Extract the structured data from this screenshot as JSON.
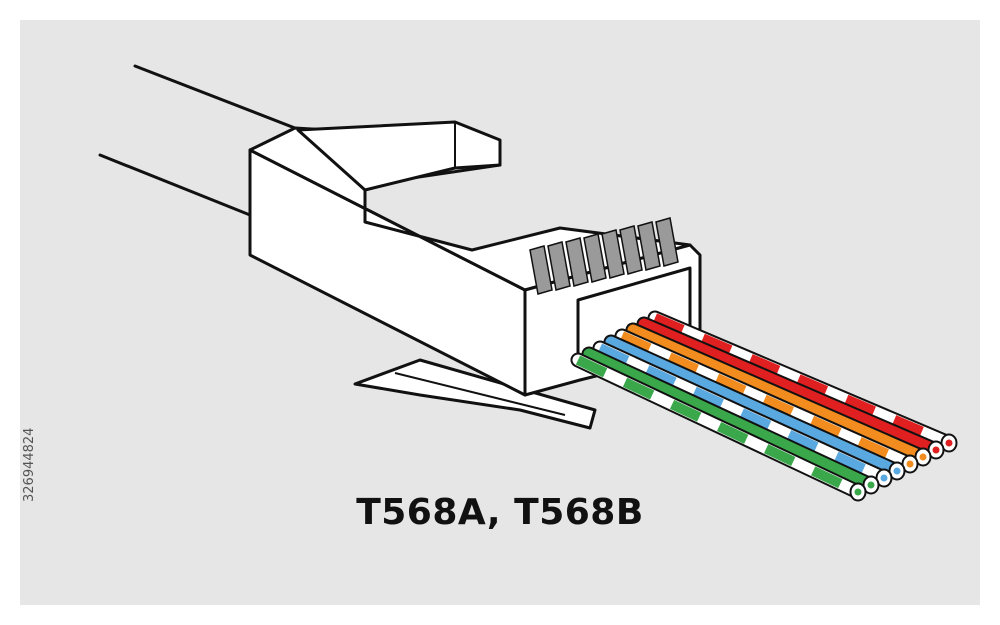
{
  "diagram": {
    "caption": "T568A, T568B",
    "stock_id": "326944824",
    "background_color": "#e6e6e6",
    "outline_color": "#111111",
    "plug_color": "#ffffff",
    "contact_color": "#9a9a9a",
    "wires": [
      {
        "name": "green-white",
        "base": "#ffffff",
        "stripe": "#3aa84a"
      },
      {
        "name": "green",
        "base": "#3aa84a",
        "stripe": "#3aa84a"
      },
      {
        "name": "blue-white",
        "base": "#ffffff",
        "stripe": "#5aa8e0"
      },
      {
        "name": "blue",
        "base": "#5aa8e0",
        "stripe": "#5aa8e0"
      },
      {
        "name": "orange-white",
        "base": "#ffffff",
        "stripe": "#f28c1e"
      },
      {
        "name": "orange",
        "base": "#f28c1e",
        "stripe": "#f28c1e"
      },
      {
        "name": "red",
        "base": "#e02020",
        "stripe": "#e02020"
      },
      {
        "name": "red-white",
        "base": "#ffffff",
        "stripe": "#e02020"
      }
    ],
    "icons": [
      "rj45-plug-icon",
      "ethernet-cable-icon",
      "wire-bundle-icon"
    ]
  }
}
